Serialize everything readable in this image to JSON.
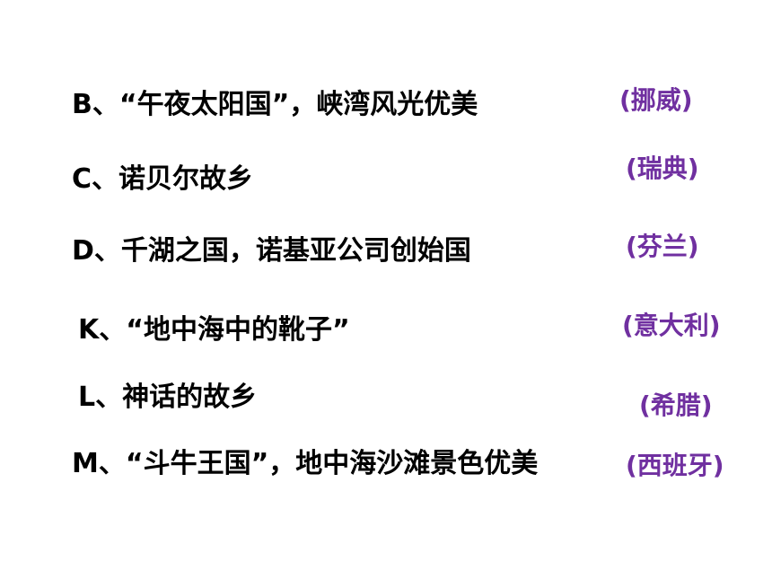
{
  "accent_color": "#7030A0",
  "items": [
    {
      "question": "B、“午夜太阳国”，峡湾风光优美",
      "answer": "(挪威)"
    },
    {
      "question": "C、诺贝尔故乡",
      "answer": "(瑞典)"
    },
    {
      "question": "D、千湖之国，诺基亚公司创始国",
      "answer": "(芬兰)"
    },
    {
      "question": "K、“地中海中的靴子”",
      "answer": "(意大利)"
    },
    {
      "question": "L、神话的故乡",
      "answer": "(希腊)"
    },
    {
      "question": "M、“斗牛王国”，地中海沙滩景色优美",
      "answer": "(西班牙)"
    }
  ]
}
